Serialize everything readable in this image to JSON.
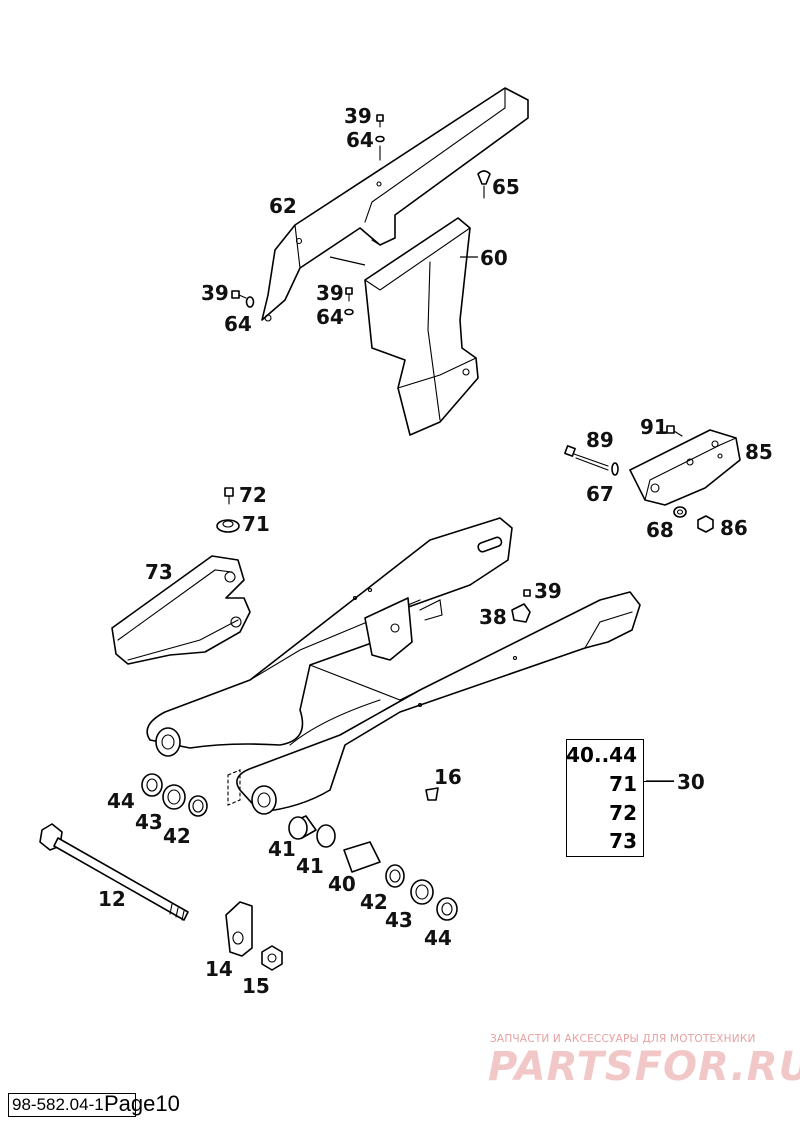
{
  "callouts": {
    "c39a": "39",
    "c64a": "64",
    "c65": "65",
    "c62": "62",
    "c60": "60",
    "c39b": "39",
    "c64b": "64",
    "c39c": "39",
    "c64c": "64",
    "c91": "91",
    "c89": "89",
    "c85": "85",
    "c67": "67",
    "c68": "68",
    "c86": "86",
    "c72": "72",
    "c71": "71",
    "c73": "73",
    "c39d": "39",
    "c38": "38",
    "c16": "16",
    "c44a": "44",
    "c43a": "43",
    "c42a": "42",
    "c41a": "41",
    "c41b": "41",
    "c40": "40",
    "c42b": "42",
    "c43b": "43",
    "c44b": "44",
    "c12": "12",
    "c14": "14",
    "c15": "15"
  },
  "kit": {
    "items": [
      "40..44",
      "71",
      "72",
      "73"
    ],
    "number": "30"
  },
  "watermark": {
    "tagline": "ЗАПЧАСТИ И АКСЕССУАРЫ ДЛЯ МОТОТЕХНИКИ",
    "logo": "PARTSFOR.RU"
  },
  "footer": {
    "code": "98-582.04-1",
    "page": "Page10"
  },
  "colors": {
    "line": "#000000",
    "watermark": "#f2c7c7"
  }
}
